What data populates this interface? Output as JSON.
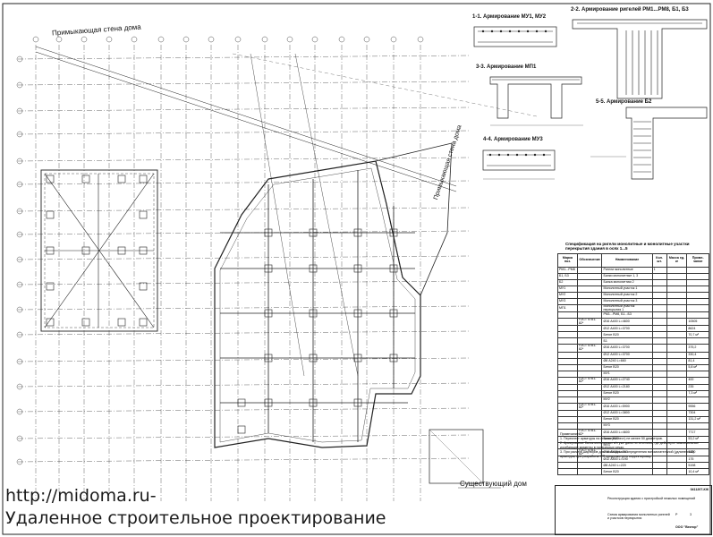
{
  "labels": {
    "adjacent_wall": "Примыкающая стена дома",
    "adjacent_wall_vertical": "Примыкающая стена дома",
    "existing_house": "Существующий дом"
  },
  "sections": {
    "s1": "1-1. Армирование МУ1, МУ2",
    "s2": "2-2. Армирование ригелей РМ1...РМ8, Б1, Б3",
    "s3": "3-3. Армирование МП1",
    "s4": "4-4. Армирование МУ3",
    "s5": "5-5. Армирование Б2"
  },
  "spec": {
    "title": "Спецификация на ригели монолитные и монолитные участки перекрытия здания в осях 1...5",
    "headers": [
      "Марка поз.",
      "Обозначение",
      "Наименование",
      "Кол. шт.",
      "Масса ед. кг",
      "Приме-чание"
    ],
    "rows": [
      [
        "РМ1...РМ8",
        "",
        "Ригели монолитные",
        "1",
        "",
        ""
      ],
      [
        "Б1, Б3",
        "",
        "Балки монолитные 1, 3",
        "",
        "",
        ""
      ],
      [
        "Б2",
        "",
        "Балка монолитная 2",
        "",
        "",
        ""
      ],
      [
        "МУ1",
        "",
        "Монолитный участок 1",
        "",
        "",
        ""
      ],
      [
        "МУ2",
        "",
        "Монолитный участок 2",
        "",
        "",
        ""
      ],
      [
        "МУ3",
        "",
        "Монолитный участок 3",
        "",
        "",
        ""
      ],
      [
        "МП1",
        "",
        "Монолитный участок перекрытия 1",
        "",
        "",
        ""
      ],
      [
        "",
        "",
        "РМ1...РМ8, Б1...Б3",
        "",
        "",
        ""
      ],
      [
        "",
        "ГОСТ 5781-82*",
        "Ø16 А400 L=4600",
        "",
        "",
        "10505"
      ],
      [
        "",
        "",
        "Ø12 А400 L=3700",
        "",
        "",
        "8624"
      ],
      [
        "",
        "",
        "Бетон В20",
        "",
        "",
        "70,7 м³"
      ],
      [
        "",
        "",
        "Б1",
        "",
        "",
        ""
      ],
      [
        "",
        "ГОСТ 5781-82*",
        "Ø16 А400 L=3700",
        "",
        "",
        "375,2"
      ],
      [
        "",
        "",
        "Ø12 А400 L=3700",
        "",
        "",
        "330,4"
      ],
      [
        "",
        "",
        "Ø8 А240 L=660",
        "",
        "",
        "81,4"
      ],
      [
        "",
        "",
        "Бетон В20",
        "",
        "",
        "5,8 м³"
      ],
      [
        "",
        "",
        "МУ1",
        "",
        "",
        ""
      ],
      [
        "",
        "ГОСТ 5781-82*",
        "Ø16 А400 L=2740",
        "",
        "",
        "400"
      ],
      [
        "",
        "",
        "Ø12 А400 L=2180",
        "",
        "",
        "235"
      ],
      [
        "",
        "",
        "Бетон В20",
        "",
        "",
        "7,3 м³"
      ],
      [
        "",
        "",
        "МУ2",
        "",
        "",
        ""
      ],
      [
        "",
        "ГОСТ 5781-82*",
        "Ø16 А400 L=5900",
        "",
        "",
        "9556"
      ],
      [
        "",
        "",
        "Ø12 А400 L=3800",
        "",
        "",
        "7304"
      ],
      [
        "",
        "",
        "Бетон В20",
        "",
        "",
        "131,2 м³"
      ],
      [
        "",
        "",
        "МУ3",
        "",
        "",
        ""
      ],
      [
        "",
        "ГОСТ 5781-82*",
        "Ø16 А400 L=4600",
        "",
        "",
        "7717"
      ],
      [
        "",
        "",
        "Бетон В20",
        "",
        "",
        "53,2 м³"
      ],
      [
        "",
        "",
        "МП1",
        "",
        "",
        ""
      ],
      [
        "",
        "ГОСТ 5781-82*",
        "Ø16 А400 L=360",
        "",
        "",
        "3320"
      ],
      [
        "",
        "",
        "Ø12 А400 L=190",
        "",
        "",
        "175"
      ],
      [
        "",
        "",
        "Ø8 А240 L=220",
        "",
        "",
        "5198"
      ],
      [
        "",
        "",
        "Бетон В20",
        "",
        "",
        "10,4 м³"
      ]
    ],
    "notes_title": "Примечание:",
    "notes": [
      "1. Перехлест арматуры на стыках (нахлест) не менее 50 диаметров.",
      "2. Армирование балок монолитных в/п уже даны по сечениям, где действуют максимальные изгибающие моменты в поперечных сечах.",
      "3. При расчете шарниров для необходимого определения вспомогательной (удлиненной) арматуры, при разработке РП предусмотреть корректировку."
    ]
  },
  "stamp": {
    "code": "0411207-КЖ",
    "desc": "Реконструкция здания с пристройкой нежилых помещений",
    "sheet_title": "Схема армирования монолитных ригелей и участков перекрытия",
    "stage": "Р",
    "sheet": "3",
    "company": "ООО \"Вектор\""
  },
  "watermark": {
    "url": "http://midoma.ru-",
    "tagline": "Удаленное строительное проектирование"
  }
}
